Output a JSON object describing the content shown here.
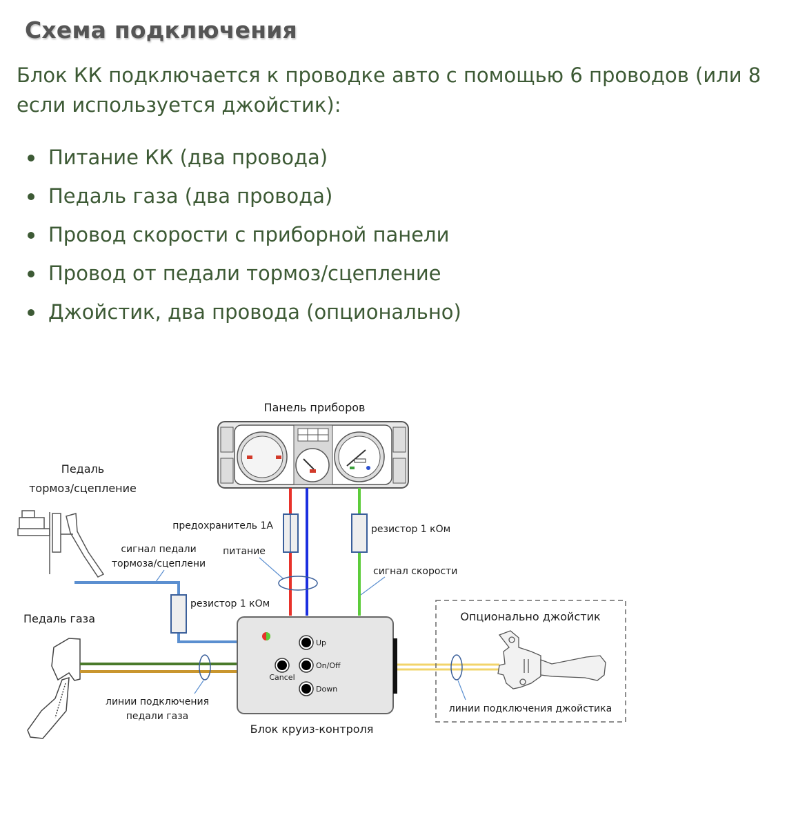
{
  "heading": "Схема подключения",
  "intro": "Блок КК подключается к проводке авто с помощью 6 проводов (или 8 если используется джойстик):",
  "list": [
    "Питание КК (два провода)",
    "Педаль газа (два провода)",
    "Провод скорости с приборной панели",
    "Провод от педали тормоз/сцепление",
    "Джойстик, два провода (опционально)"
  ],
  "diagram": {
    "instrument_panel_label": "Панель приборов",
    "brake_pedal_label_line1": "Педаль",
    "brake_pedal_label_line2": "тормоз/сцепление",
    "brake_signal_line1": "сигнал педали",
    "brake_signal_line2": "тормоза/сцеплени",
    "fuse_label": "предохранитель 1А",
    "power_label": "питание",
    "resistor_speed_label": "резистор 1 кОм",
    "speed_signal_label": "сигнал скорости",
    "resistor_brake_label": "резистор 1 кОм",
    "gas_pedal_label": "Педаль газа",
    "gas_lines_line1": "линии подключения",
    "gas_lines_line2": "педали газа",
    "cc_unit_label": "Блок круиз-контроля",
    "buttons": {
      "up": "Up",
      "onoff": "On/Off",
      "down": "Down",
      "cancel": "Cancel"
    },
    "joystick_title": "Опционально джойстик",
    "joystick_lines_label": "линии подключения джойстика",
    "wire_colors": {
      "power_plus": "#e8322a",
      "power_minus": "#1c2fe0",
      "speed": "#5ccc3a",
      "brake": "#5b8fd0",
      "gas_1": "#4a7a2a",
      "gas_2": "#c9962e",
      "joystick": "#f2d46a"
    }
  }
}
